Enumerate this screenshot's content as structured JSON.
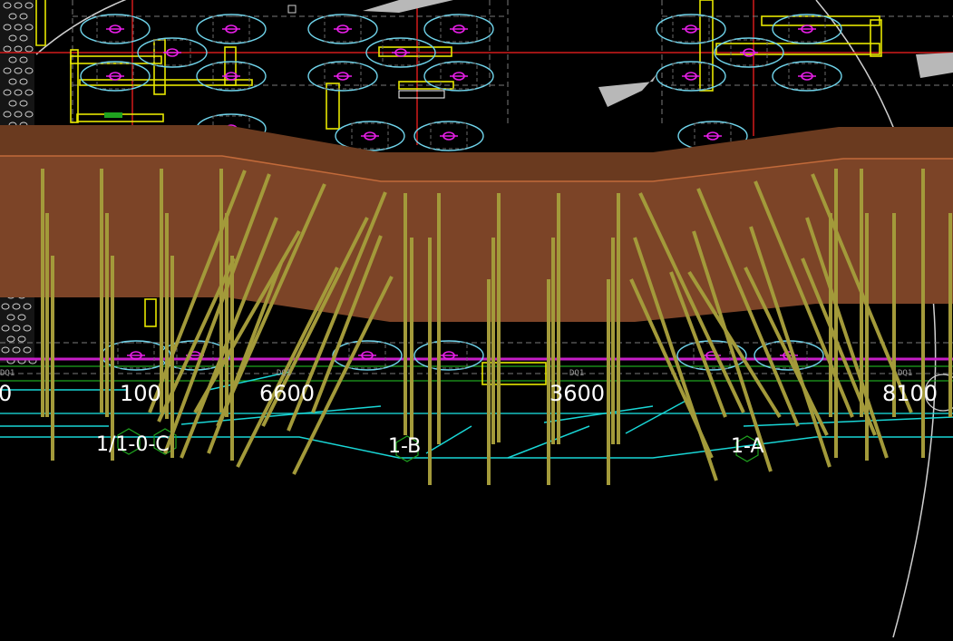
{
  "canvas": {
    "background": "#000000",
    "colors": {
      "soil_top": "#6a3a1f",
      "soil_band": "#7c4427",
      "rebar": "#a39a3a",
      "pile_ellipse": "#6fd3ea",
      "pile_center": "#e81ee8",
      "yellow_lines": "#e6e600",
      "red_axis": "#d21a1a",
      "cyan_lines": "#19d6d6",
      "magenta_line": "#c71ec7",
      "green_line": "#1fa31f",
      "white_arc": "#d8d8d8",
      "gray": "#b8b8b8"
    }
  },
  "dimensions": [
    {
      "id": "dim-0",
      "text": "0"
    },
    {
      "id": "dim-1",
      "text": "100"
    },
    {
      "id": "dim-2",
      "text": "6600"
    },
    {
      "id": "dim-3",
      "text": "3600"
    },
    {
      "id": "dim-4",
      "text": "8100"
    }
  ],
  "grid_axes": [
    {
      "id": "axis-1",
      "text": "1/1-0-C"
    },
    {
      "id": "axis-2",
      "text": "1-B"
    },
    {
      "id": "axis-3",
      "text": "1-A"
    }
  ],
  "tags": [
    {
      "id": "tag-1",
      "text": "DQ1"
    },
    {
      "id": "tag-2",
      "text": "DQ1"
    },
    {
      "id": "tag-3",
      "text": "DQ1"
    },
    {
      "id": "tag-4",
      "text": "DQ1"
    }
  ]
}
